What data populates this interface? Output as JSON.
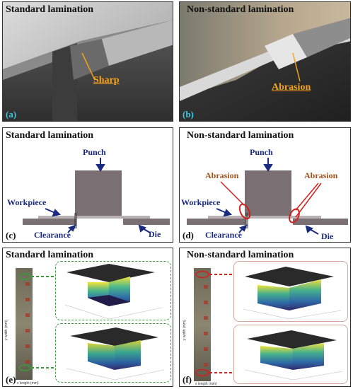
{
  "panels": {
    "a": {
      "title": "Standard lamination",
      "label": "(a)",
      "callout": "Sharp"
    },
    "b": {
      "title": "Non-standard lamination",
      "label": "(b)",
      "callout": "Abrasion"
    },
    "c": {
      "title": "Standard lamination",
      "label": "(c)",
      "punch": "Punch",
      "workpiece": "Workpiece",
      "clearance": "Clearance",
      "die": "Die"
    },
    "d": {
      "title": "Non-standard lamination",
      "label": "(d)",
      "punch": "Punch",
      "workpiece": "Workpiece",
      "clearance": "Clearance",
      "die": "Die",
      "abrasion_left": "Abrasion",
      "abrasion_right": "Abrasion"
    },
    "e": {
      "title": "Standard lamination",
      "label": "(e)",
      "ylabel": "y width (mm)",
      "xlabel": "x length (mm)"
    },
    "f": {
      "title": "Non-standard lamination",
      "label": "(f)",
      "ylabel": "y width (mm)",
      "xlabel": "x length (mm)"
    }
  },
  "colors": {
    "navy": "#1a2a80",
    "abrasion": "#a4521b",
    "photo_callout": "#f6a21a",
    "tooling": "#7a6f72",
    "green_dash": "#3a9a3a",
    "red_dash": "#d22020"
  }
}
